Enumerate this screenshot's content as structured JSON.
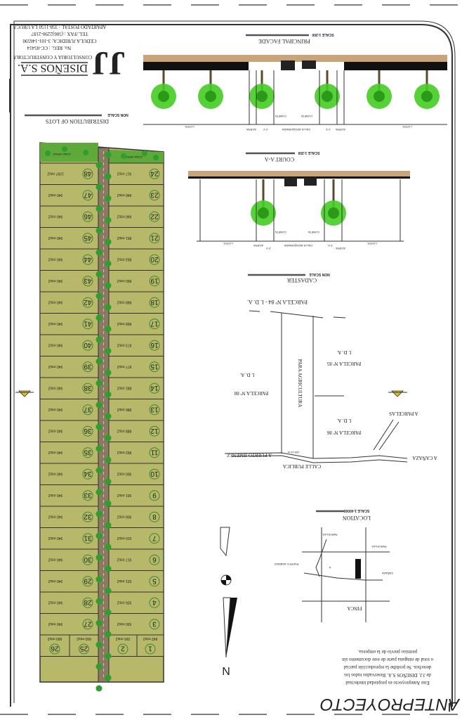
{
  "title_block": {
    "company": "DISEÑOS S.A.",
    "tagline": "CONSULTORIA Y CONSTRUCTORA",
    "registry": "No. REG. : CC-05414",
    "cedula": "CEDULA JURIDICA: 3-101-146590",
    "phone": "TEL./FAX : (506)2290-2187",
    "postal": "APARTADO POSTAL : 358-1150 LA URUCA",
    "logo_text": "JJ"
  },
  "project": {
    "title": "ANTEPROYECTO",
    "notice": [
      "Este Anteproyecto es propiedad intelectual",
      "de J.J. DISEÑOS S.A. Reservados todos los",
      "derechos. Se prohibe la reproducción parcial",
      "o total de ninguna parte de este documento sin",
      "permiso previo de la empresa."
    ]
  },
  "views": {
    "distribution": {
      "title": "DISTRIBUTION OF LOTS",
      "scale": "NON SCALE"
    },
    "facade": {
      "title": "PRINCIPAL FACADE",
      "scale": "SCALE 1:200",
      "labels": [
        "LOTES",
        "ACERA",
        "Z.V.",
        "CALLE ADOQUINADA",
        "Z.V.",
        "ACERA",
        "LOTES",
        "CUNETA",
        "CUNETA"
      ]
    },
    "court": {
      "title": "COURT A-A",
      "scale": "SCALE 1:200",
      "labels": [
        "LOTES",
        "ACERA",
        "Z.V.",
        "CALLE ADOQUINADA",
        "Z.V.",
        "ACERA",
        "LOTES",
        "CUNETA",
        "CUNETA"
      ]
    },
    "cadaster": {
      "title": "CADASTER",
      "scale": "NON SCALE",
      "labels": {
        "p84": "PARCELA Nº 84 - I. D. A.",
        "p85": "PARCELA Nº 85",
        "p85b": "I. D. A.",
        "p88": "PARCELA Nº 88",
        "p88b": "I. D. A.",
        "p86": "PARCELA Nº 86",
        "p86b": "I. D. A.",
        "agri": "PARA AGRICULTURA",
        "to_parcelas": "A PARCELAS",
        "to_canaza": "A CAÑAZA",
        "to_puerto": "A PUERTO JIMENEZ",
        "street": "CALLE PUBLICA",
        "dim": "109.10 m"
      }
    },
    "location": {
      "title": "LOCATION",
      "scale": "SCALE 1:40000",
      "labels": {
        "parcelas1": "PARCELAS",
        "parcelas2": "PARCELAS",
        "puerto": "PUERTO JIMENEZ",
        "canaza": "CAÑAZA",
        "finca": "FINCA",
        "a": "A"
      }
    }
  },
  "green_zone": "ZONA VERDE",
  "north": "N",
  "lots_left": [
    {
      "n": "48",
      "area": "1097 mts2"
    },
    {
      "n": "47",
      "area": "940 mts2"
    },
    {
      "n": "46",
      "area": "940 mts2"
    },
    {
      "n": "45",
      "area": "940 mts2"
    },
    {
      "n": "44",
      "area": "940 mts2"
    },
    {
      "n": "43",
      "area": "940 mts2"
    },
    {
      "n": "42",
      "area": "940 mts2"
    },
    {
      "n": "41",
      "area": "940 mts2"
    },
    {
      "n": "40",
      "area": "940 mts2"
    },
    {
      "n": "39",
      "area": "940 mts2"
    },
    {
      "n": "38",
      "area": "940 mts2"
    },
    {
      "n": "37",
      "area": "940 mts2"
    },
    {
      "n": "36",
      "area": "940 mts2"
    },
    {
      "n": "35",
      "area": "940 mts2"
    },
    {
      "n": "34",
      "area": "940 mts2"
    },
    {
      "n": "33",
      "area": "940 mts2"
    },
    {
      "n": "32",
      "area": "940 mts2"
    },
    {
      "n": "31",
      "area": "940 mts2"
    },
    {
      "n": "30",
      "area": "940 mts2"
    },
    {
      "n": "29",
      "area": "940 mts2"
    },
    {
      "n": "28",
      "area": "940 mts2"
    },
    {
      "n": "27",
      "area": "940 mts2"
    }
  ],
  "lots_left_bottom": [
    {
      "n": "26",
      "area": "660 mts2"
    },
    {
      "n": "25",
      "area": "660 mts2"
    }
  ],
  "lots_right": [
    {
      "n": "24",
      "area": "917 mts2"
    },
    {
      "n": "23",
      "area": "840 mts2"
    },
    {
      "n": "22",
      "area": "840 mts2"
    },
    {
      "n": "21",
      "area": "851 mts2"
    },
    {
      "n": "20",
      "area": "853 mts2"
    },
    {
      "n": "19",
      "area": "860 mts2"
    },
    {
      "n": "18",
      "area": "868 mts2"
    },
    {
      "n": "17",
      "area": "868 mts2"
    },
    {
      "n": "16",
      "area": "873 mts2"
    },
    {
      "n": "15",
      "area": "877 mts2"
    },
    {
      "n": "14",
      "area": "881 mts2"
    },
    {
      "n": "13",
      "area": "886 mts2"
    },
    {
      "n": "12",
      "area": "888 mts2"
    },
    {
      "n": "11",
      "area": "892 mts2"
    },
    {
      "n": "10",
      "area": "900 mts2"
    },
    {
      "n": "9",
      "area": "901 mts2"
    },
    {
      "n": "8",
      "area": "906 mts2"
    },
    {
      "n": "7",
      "area": "910 mts2"
    },
    {
      "n": "6",
      "area": "917 mts2"
    },
    {
      "n": "5",
      "area": "921 mts2"
    },
    {
      "n": "4",
      "area": "925 mts2"
    },
    {
      "n": "3",
      "area": "930 mts2"
    }
  ],
  "lots_right_bottom": [
    {
      "n": "2",
      "area": "265 mts2"
    },
    {
      "n": "1",
      "area": "842 mts2"
    }
  ],
  "colors": {
    "lot": "#b8b86a",
    "green": "#5fa83a",
    "road": "#8a7a60",
    "palm": "#3fcf2a",
    "soil": "#c9a47a"
  }
}
